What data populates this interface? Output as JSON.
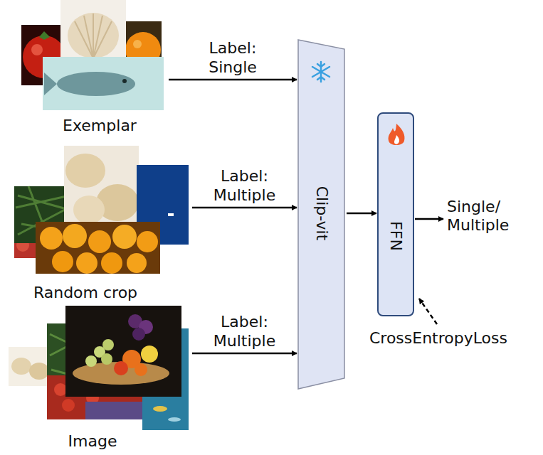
{
  "diagram": {
    "nodes": [
      {
        "text": [
          "Exemplar"
        ]
      },
      {
        "text": [
          "Random crop"
        ]
      },
      {
        "text": [
          "Image"
        ]
      },
      {
        "text": [
          "Clip-vit"
        ]
      },
      {
        "text": [
          "FFN"
        ]
      }
    ],
    "edges": [
      {
        "from": 0,
        "to": 3,
        "label": "Label: Single",
        "arrow": "to"
      },
      {
        "from": 1,
        "to": 3,
        "label": "Label: Multiple",
        "arrow": "to"
      },
      {
        "from": 2,
        "to": 3,
        "label": "Label: Multiple",
        "arrow": "to"
      },
      {
        "from": 3,
        "to": 4,
        "arrow": "to"
      }
    ],
    "labels": [
      "Single/ Multiple",
      "CrossEntropyLoss"
    ]
  }
}
